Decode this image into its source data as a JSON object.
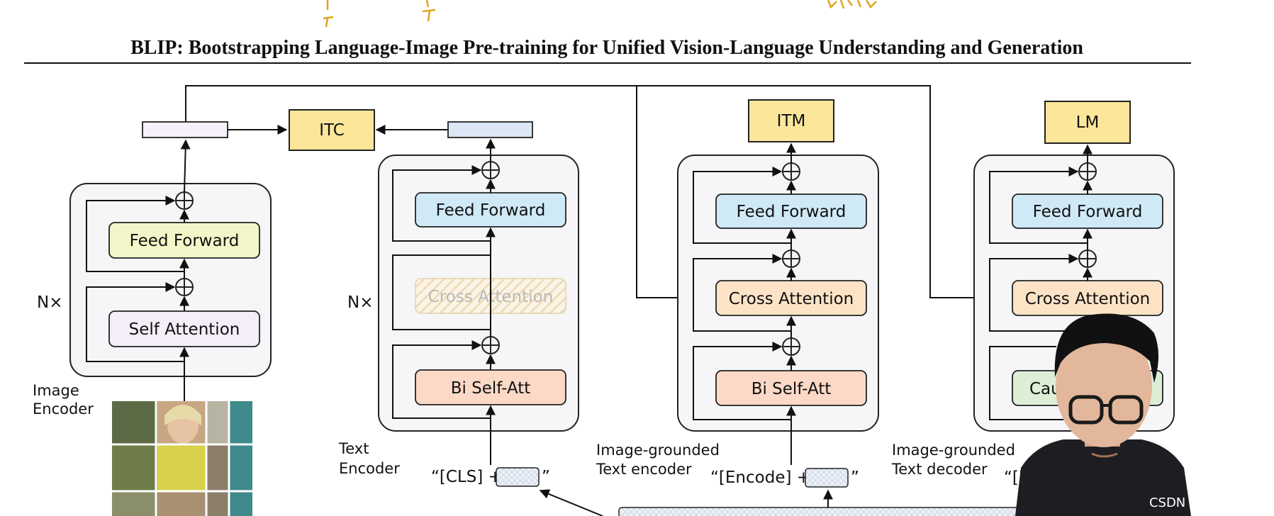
{
  "title": "BLIP: Bootstrapping Language-Image Pre-training for Unified Vision-Language Understanding and Generation",
  "image_encoder": {
    "feed_forward": "Feed Forward",
    "self_attention": "Self Attention",
    "repeat": "N×",
    "name_line1": "Image",
    "name_line2": "Encoder"
  },
  "itc": "ITC",
  "text_encoder": {
    "feed_forward": "Feed Forward",
    "cross_attention": "Cross Attention",
    "bi_self_att": "Bi Self-Att",
    "repeat": "N×",
    "name_line1": "Text",
    "name_line2": "Encoder",
    "input": "“[CLS] +",
    "input_end": "”"
  },
  "itm": "ITM",
  "grounded_encoder": {
    "feed_forward": "Feed Forward",
    "cross_attention": "Cross Attention",
    "bi_self_att": "Bi Self-Att",
    "name_line1": "Image-grounded",
    "name_line2": "Text encoder",
    "input": "“[Encode] +",
    "input_end": "”"
  },
  "lm": "LM",
  "grounded_decoder": {
    "feed_forward": "Feed Forward",
    "cross_attention": "Cross Attention",
    "causal_partial": "Caus",
    "name_line1": "Image-grounded",
    "name_line2": "Text decoder",
    "input_partial": "“[Decode"
  },
  "watermark": "CSDN @李小星同志",
  "colors": {
    "ff_yellow": "#f2f6c8",
    "self_att_lilac": "#f3eef8",
    "ff_blue": "#cfe9f7",
    "cross_orange": "#fde3c6",
    "bi_self_salmon": "#fbd9c6",
    "causal_green": "#dcefd6",
    "head_yellow": "#fbe69a",
    "block_bg": "#f6f5f8"
  }
}
